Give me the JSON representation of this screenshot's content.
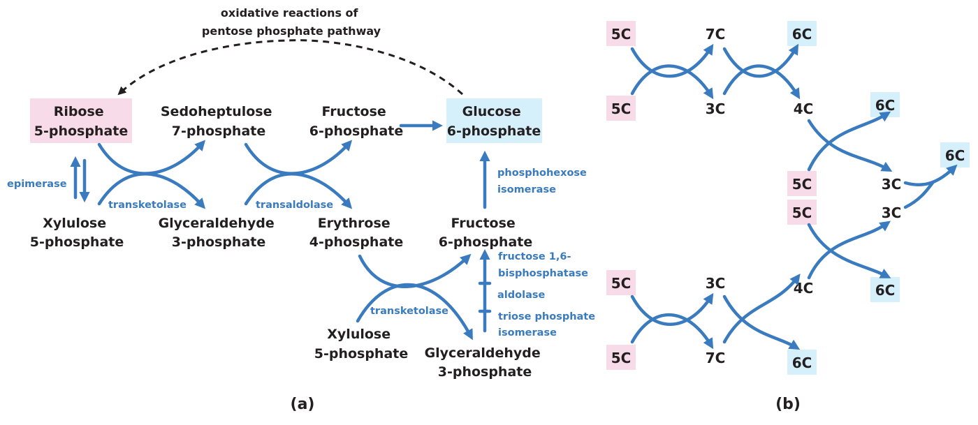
{
  "panel_a": {
    "label": "(a)",
    "oxidative_note": [
      "oxidative reactions of",
      "pentose phosphate pathway"
    ],
    "ribose": [
      "Ribose",
      "5-phosphate"
    ],
    "xylulose_1": [
      "Xylulose",
      "5-phosphate"
    ],
    "sedoheptulose": [
      "Sedoheptulose",
      "7-phosphate"
    ],
    "glyceraldehyde_1": [
      "Glyceraldehyde",
      "3-phosphate"
    ],
    "fructose_top": [
      "Fructose",
      "6-phosphate"
    ],
    "erythrose": [
      "Erythrose",
      "4-phosphate"
    ],
    "glucose": [
      "Glucose",
      "6-phosphate"
    ],
    "fructose_mid": [
      "Fructose",
      "6-phosphate"
    ],
    "xylulose_2": [
      "Xylulose",
      "5-phosphate"
    ],
    "glyceraldehyde_2": [
      "Glyceraldehyde",
      "3-phosphate"
    ],
    "enzymes": {
      "epimerase": "epimerase",
      "transketolase_1": "transketolase",
      "transaldolase": "transaldolase",
      "transketolase_2": "transketolase",
      "phosphohexose": [
        "phosphohexose",
        "isomerase"
      ],
      "fbpase": [
        "fructose 1,6-",
        "bisphosphatase"
      ],
      "aldolase": "aldolase",
      "tpi": [
        "triose phosphate",
        "isomerase"
      ]
    }
  },
  "panel_b": {
    "label": "(b)",
    "counts": {
      "r1_5c_top": "5C",
      "r1_5c_bot": "5C",
      "r1_7c": "7C",
      "r1_3c": "3C",
      "r1_6c": "6C",
      "r1_4c": "4C",
      "m_6c_top": "6C",
      "m_5c_a": "5C",
      "m_3c_a": "3C",
      "m_6c_right": "6C",
      "m_5c_b": "5C",
      "m_3c_b": "3C",
      "m_4c": "4C",
      "m_6c_bot": "6C",
      "r3_5c_top": "5C",
      "r3_5c_bot": "5C",
      "r3_3c": "3C",
      "r3_7c": "7C",
      "r3_6c": "6C"
    }
  },
  "colors": {
    "arrow": "#3a7bbf",
    "pink_box": "#f8dbe8",
    "blue_box": "#d5effb",
    "text": "#231f20"
  }
}
